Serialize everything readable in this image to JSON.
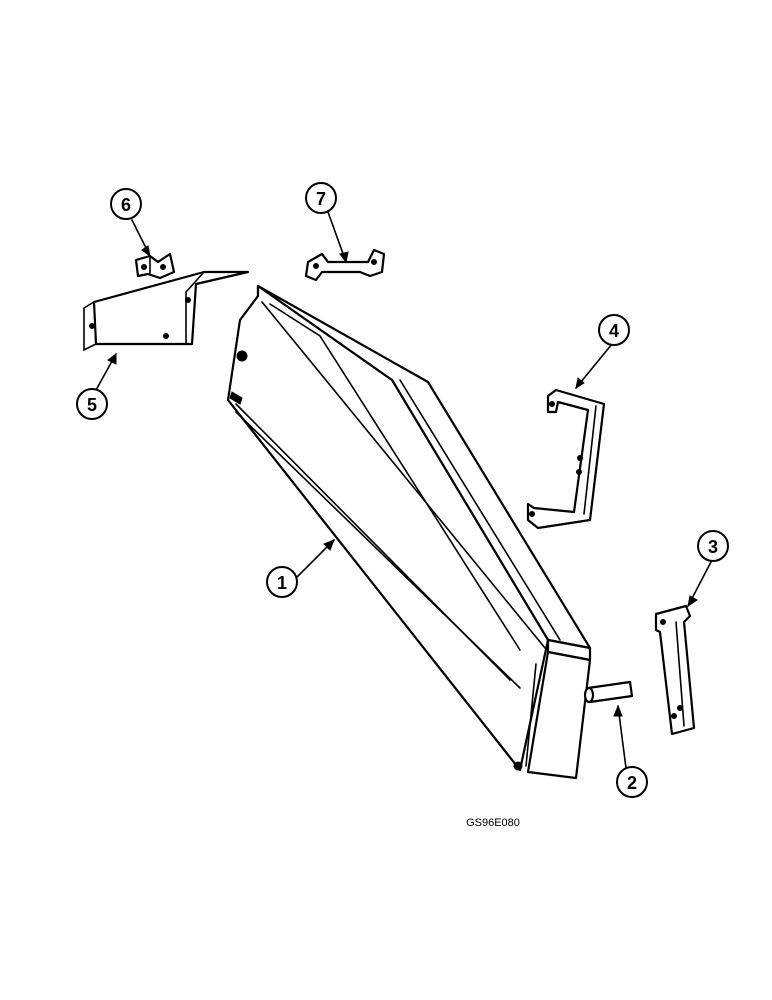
{
  "diagram": {
    "callouts": [
      {
        "id": "1",
        "label": "1"
      },
      {
        "id": "2",
        "label": "2"
      },
      {
        "id": "3",
        "label": "3"
      },
      {
        "id": "4",
        "label": "4"
      },
      {
        "id": "5",
        "label": "5"
      },
      {
        "id": "6",
        "label": "6"
      },
      {
        "id": "7",
        "label": "7"
      }
    ],
    "reference_code": "GS96E080"
  }
}
